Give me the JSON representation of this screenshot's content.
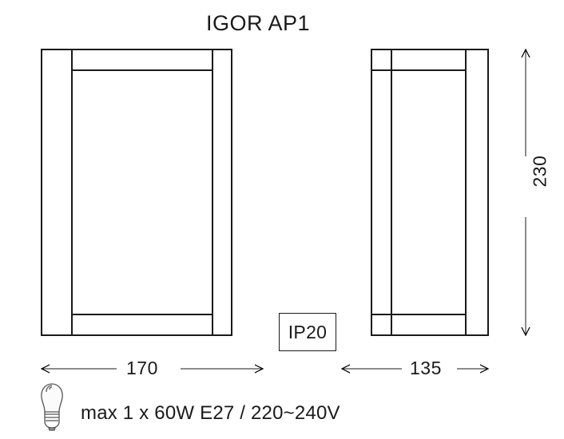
{
  "title": "IGOR AP1",
  "dimensions": {
    "front_width": "170",
    "side_width": "135",
    "height": "230"
  },
  "ip_rating": {
    "label": "IP20"
  },
  "specs": {
    "lamp_text": "max 1 x 60W E27 / 220~240V",
    "bulb_icon": "light-bulb-icon"
  },
  "colors": {
    "line": "#1a1a1a",
    "fill": "#ffffff"
  }
}
